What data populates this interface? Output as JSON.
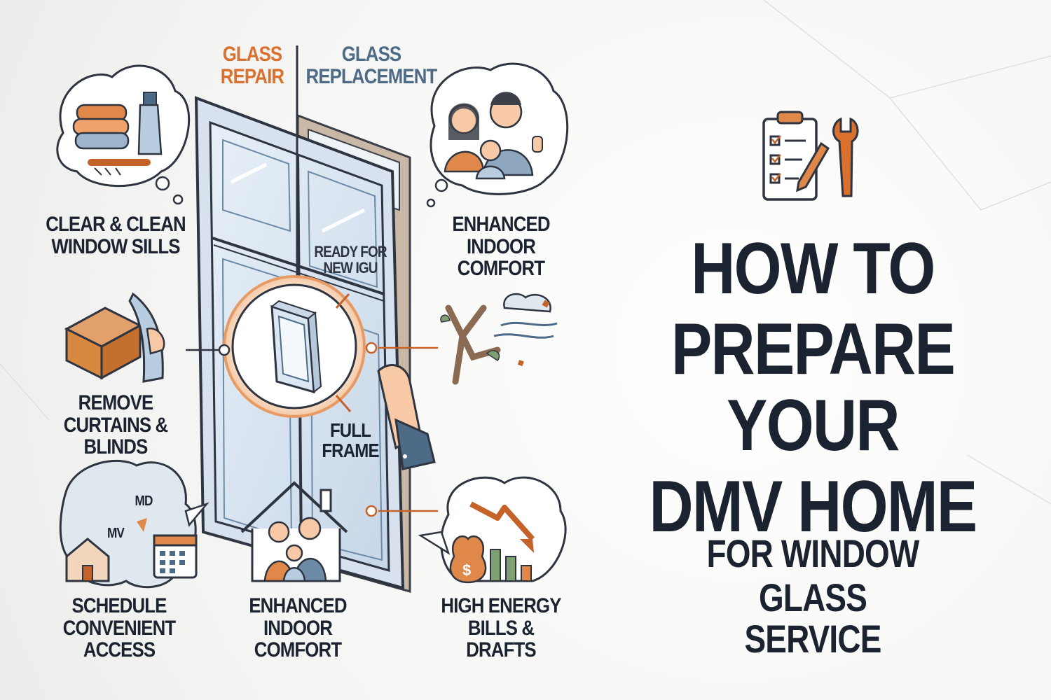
{
  "diagram": {
    "header": {
      "repair_line1": "GLASS",
      "repair_line2": "REPAIR",
      "replacement_line1": "GLASS",
      "replacement_line2": "REPLACEMENT"
    },
    "callouts": {
      "ready_line1": "READY FOR",
      "ready_line2": "NEW IGU",
      "full_line1": "FULL",
      "full_line2": "FRAME"
    },
    "steps": [
      {
        "line1": "CLEAR & CLEAN",
        "line2": "WINDOW SILLS",
        "icon": "cleaning-supplies-icon"
      },
      {
        "line1": "REMOVE",
        "line2": "CURTAINS & BLINDS",
        "icon": "box-and-curtain-icon"
      },
      {
        "line1": "SCHEDULE",
        "line2": "CONVENIENT ACCESS",
        "icon": "map-calendar-icon",
        "map_labels": [
          "MD",
          "MV"
        ]
      },
      {
        "line1": "ENHANCED",
        "line2": "INDOOR COMFORT",
        "icon": "family-house-icon"
      },
      {
        "line1": "ENHANCED",
        "line2": "INDOOR COMFORT",
        "icon": "happy-family-icon"
      },
      {
        "line1": "HIGH ENERGY",
        "line2": "BILLS & DRAFTS",
        "icon": "money-chart-icon"
      }
    ]
  },
  "title": {
    "lines": [
      "HOW TO",
      "PREPARE YOUR",
      "DMV HOME"
    ],
    "sub_lines": [
      "FOR WINDOW",
      "GLASS SERVICE"
    ]
  },
  "colors": {
    "accent_orange": "#d9702e",
    "steel_blue": "#4d6b86",
    "ink": "#1c2330",
    "glass": "#d6e3f0"
  }
}
